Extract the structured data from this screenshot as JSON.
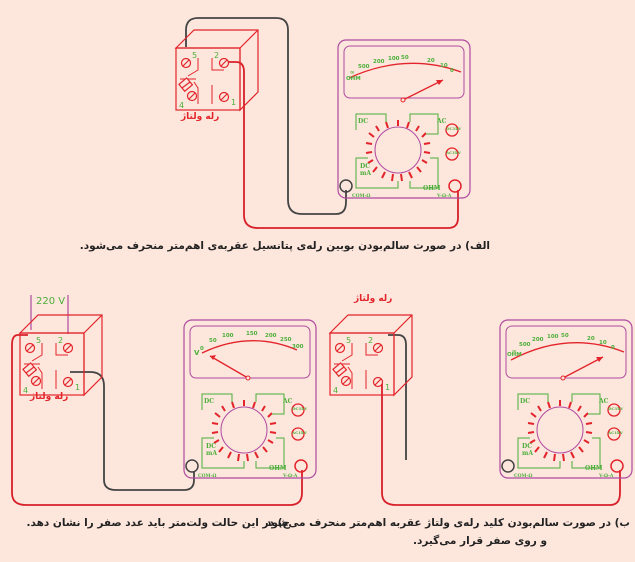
{
  "colors": {
    "background": "#fde6dc",
    "relay_red": "#e3242b",
    "meter_frame": "#b04aa0",
    "scale_green": "#4caf3a",
    "wire_dark": "#444444",
    "wire_red": "#d8202a"
  },
  "diagrams": [
    {
      "id": "alef",
      "relay": {
        "label": "رله ولتاژ",
        "terminals": [
          "5",
          "2",
          "4",
          "1"
        ]
      },
      "meter": {
        "mode": "ohmmeter",
        "scale_ticks": [
          "∞",
          "500",
          "200",
          "100",
          "50",
          "20",
          "10",
          "0"
        ],
        "scale_unit": "OHM",
        "needle": "deflected-right",
        "selector_labels": {
          "dc_v": "DC",
          "ac_v": "AC",
          "dc_ma": "DC mA",
          "ohm": "OHM"
        },
        "jacks": {
          "dc_high": "DC1kV",
          "ac_high": "AC1kV",
          "common": "COM-Ω",
          "positive": "V-Ω-A"
        }
      },
      "caption": "الف) در صورت سالم‌بودن بوبین رله‌ی پتانسیل عقربه‌ی اهم‌متر منحرف می‌شود."
    },
    {
      "id": "jim",
      "relay": {
        "label": "رله ولتاژ",
        "terminals": [
          "5",
          "2",
          "4",
          "1"
        ]
      },
      "supply": {
        "label": "220 V"
      },
      "meter": {
        "mode": "voltmeter",
        "scale_ticks": [
          "0",
          "50",
          "100",
          "150",
          "200",
          "250",
          "300"
        ],
        "scale_unit": "V",
        "needle": "at-zero",
        "selector_labels": {
          "dc_v": "DC",
          "ac_v": "AC",
          "dc_ma": "DC mA",
          "ohm": "OHM"
        },
        "jacks": {
          "dc_high": "DC1kV",
          "ac_high": "AC1kV",
          "common": "COM-Ω",
          "positive": "V-Ω-A"
        }
      },
      "caption": "ج) در این حالت ولت‌متر باید عدد صفر را نشان دهد."
    },
    {
      "id": "be",
      "relay": {
        "label": "رله ولتاژ",
        "terminals": [
          "5",
          "2",
          "4",
          "1"
        ]
      },
      "meter": {
        "mode": "ohmmeter",
        "scale_ticks": [
          "∞",
          "500",
          "200",
          "100",
          "50",
          "20",
          "10",
          "0"
        ],
        "scale_unit": "OHM",
        "needle": "deflected-right",
        "selector_labels": {
          "dc_v": "DC",
          "ac_v": "AC",
          "dc_ma": "DC mA",
          "ohm": "OHM"
        },
        "jacks": {
          "dc_high": "DC1kV",
          "ac_high": "AC1kV",
          "common": "COM-Ω",
          "positive": "V-Ω-A"
        }
      },
      "caption_line1": "ب) در صورت سالم‌بودن کلید رله‌ی ولتاژ عقربه اهم‌متر منحرف می‌شود",
      "caption_line2": "و روی صفر قرار می‌گیرد."
    }
  ]
}
